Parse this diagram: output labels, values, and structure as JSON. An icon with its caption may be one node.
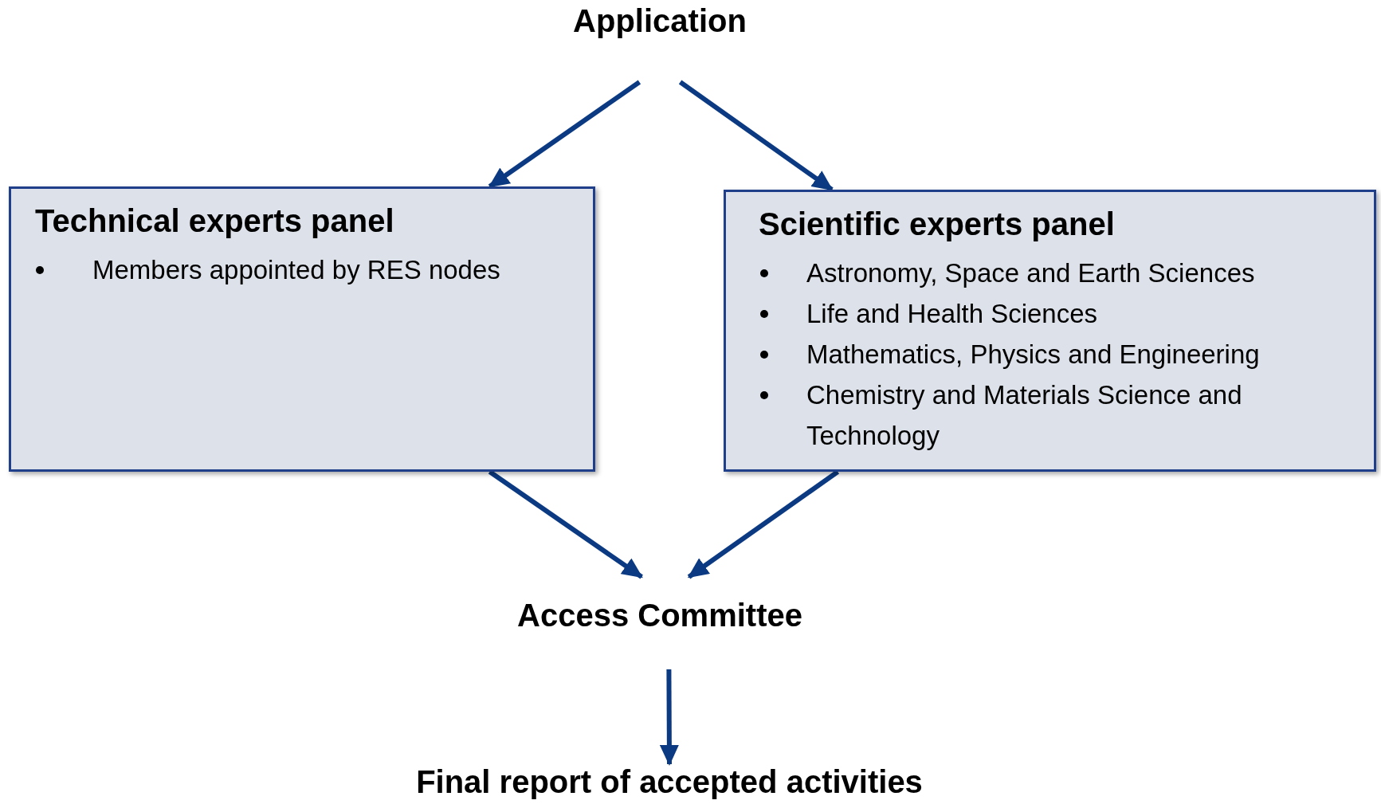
{
  "diagram": {
    "nodes": [
      {
        "text": [
          "Application"
        ]
      },
      {
        "text": [
          "Technical experts panel",
          "Members appointed by RES nodes"
        ]
      },
      {
        "text": [
          "Scientific experts panel",
          "Astronomy, Space and Earth Sciences",
          "Life and Health Sciences",
          "Mathematics, Physics and Engineering",
          "Chemistry and Materials Science and Technology"
        ]
      },
      {
        "text": [
          "Access Committee"
        ]
      },
      {
        "text": [
          "Final report of accepted activities"
        ]
      }
    ],
    "edges": [
      {
        "from": 0,
        "to": 1,
        "arrow": "to"
      },
      {
        "from": 0,
        "to": 2,
        "arrow": "to"
      },
      {
        "from": 1,
        "to": 3,
        "arrow": "to"
      },
      {
        "from": 2,
        "to": 3,
        "arrow": "to"
      },
      {
        "from": 3,
        "to": 4,
        "arrow": "to"
      }
    ]
  }
}
